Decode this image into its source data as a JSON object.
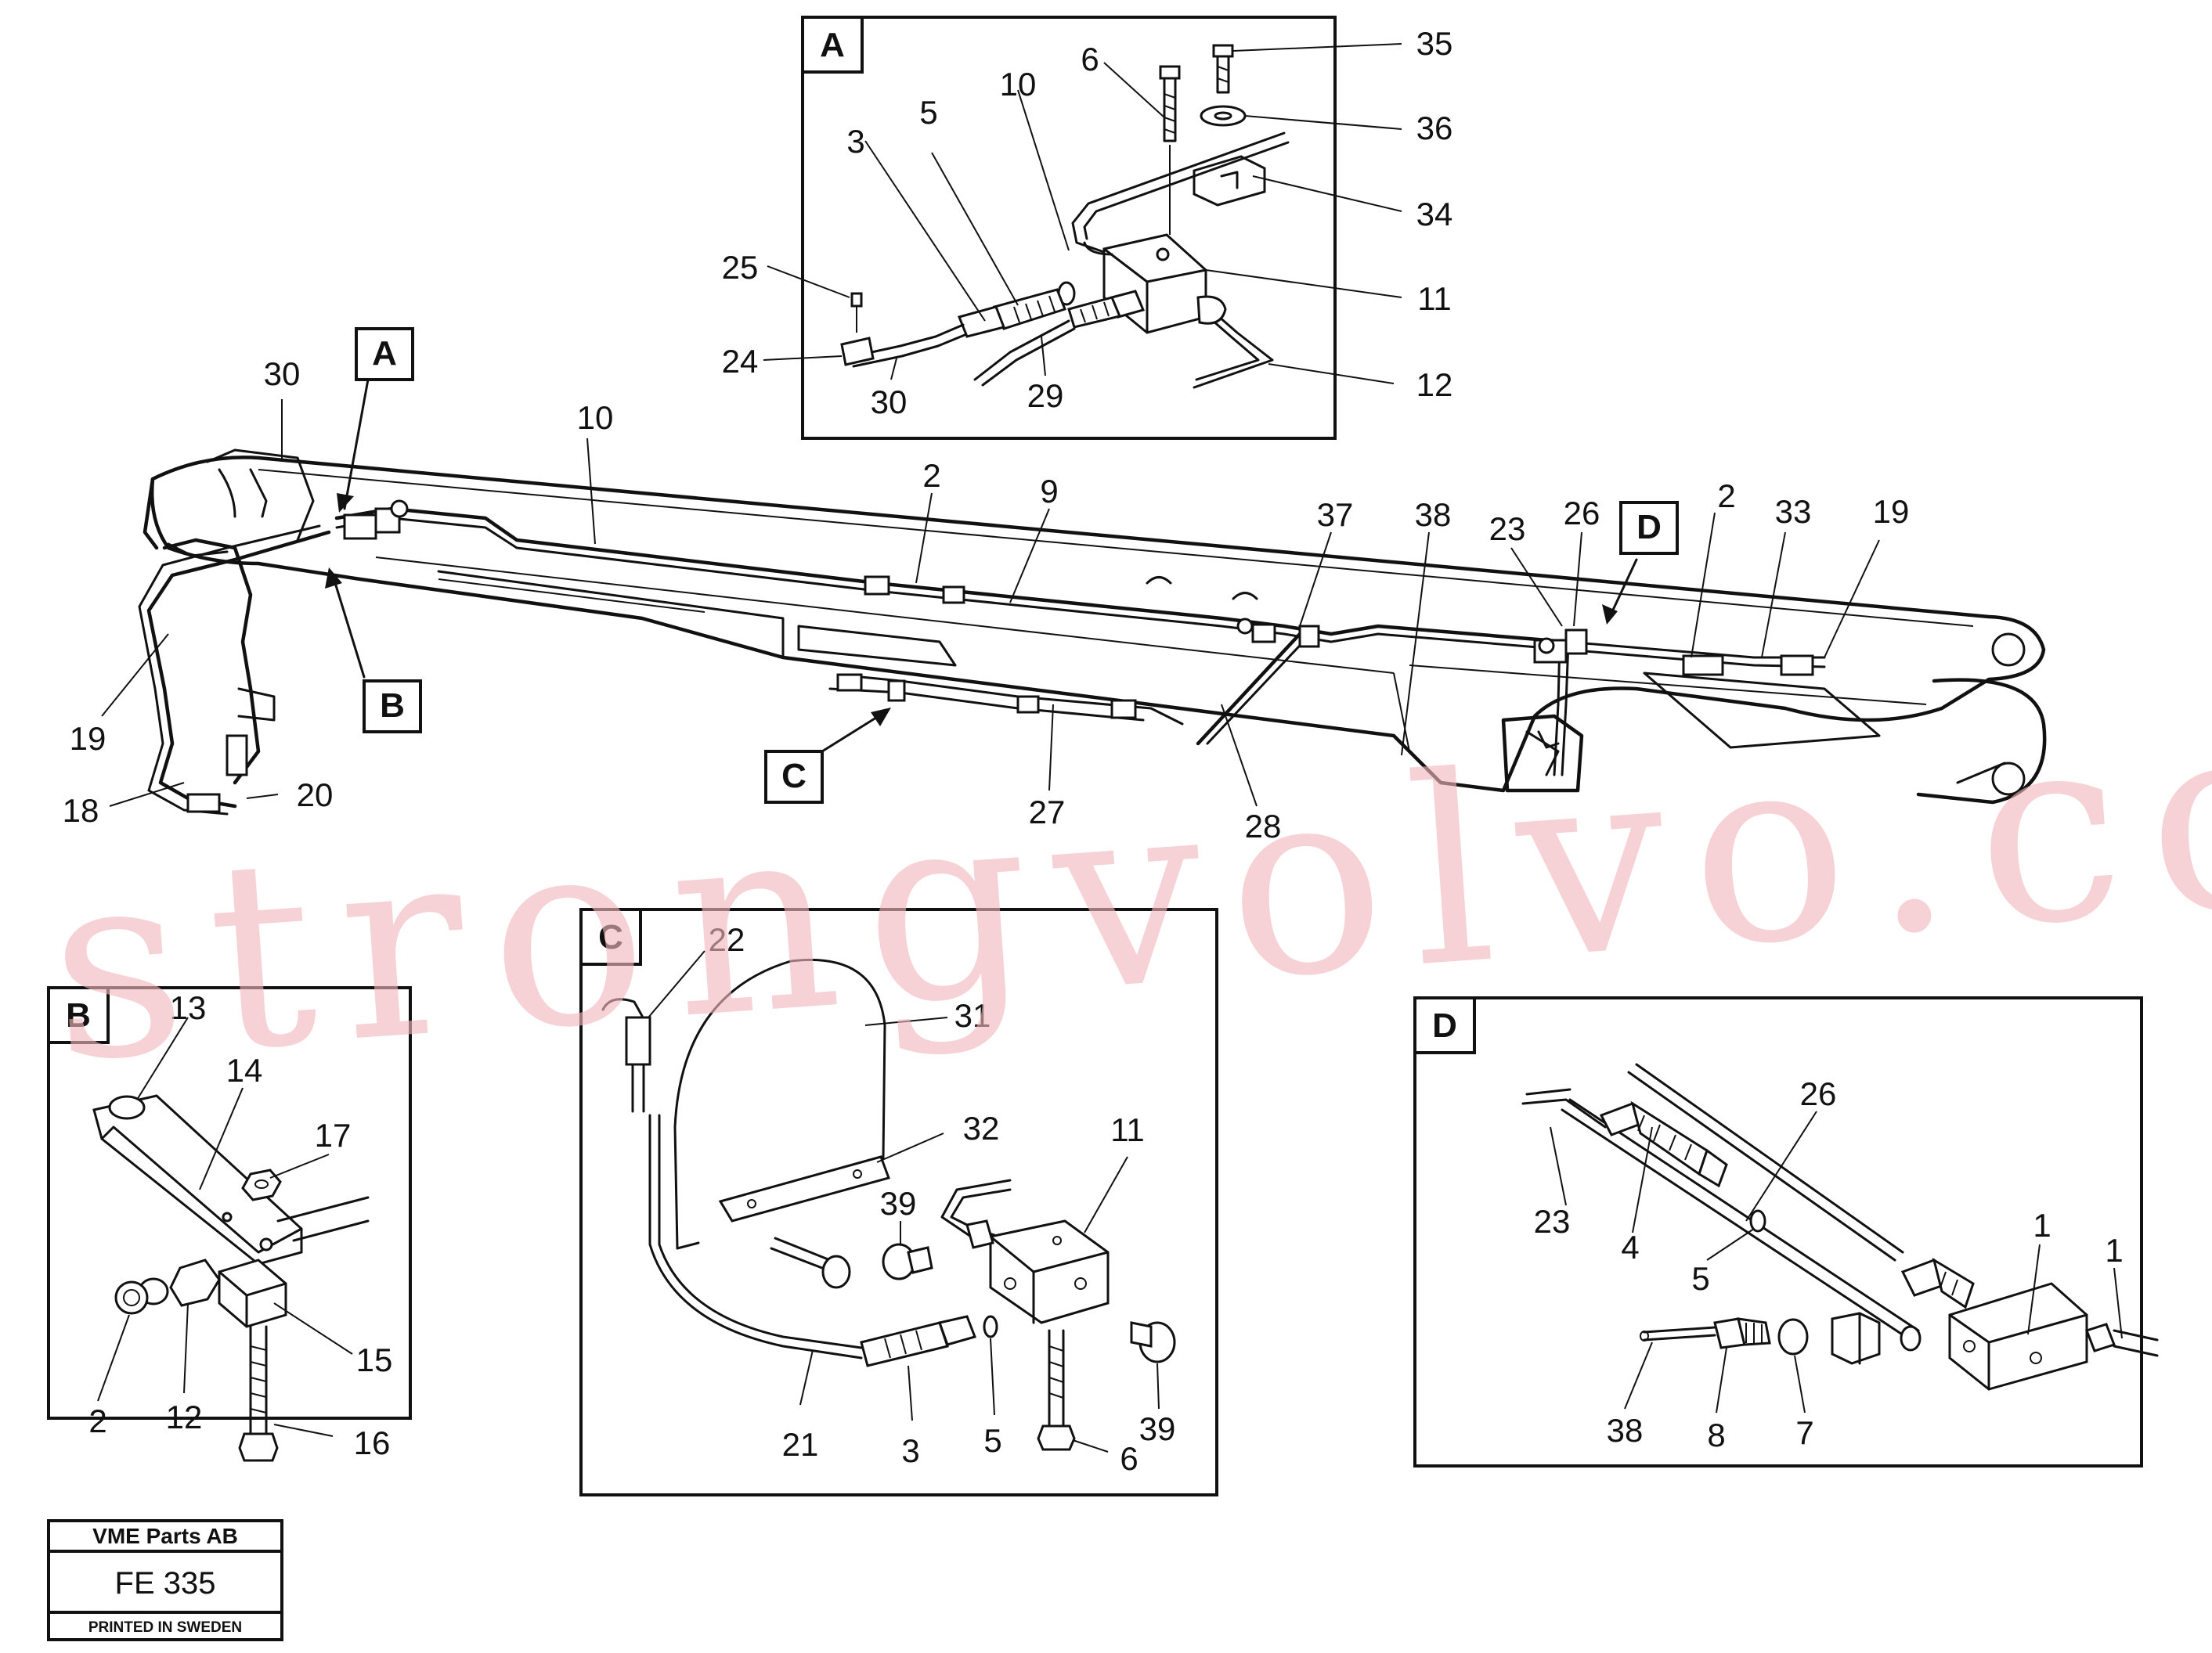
{
  "insets": {
    "A": "A",
    "B": "B",
    "C": "C",
    "D": "D"
  },
  "main_labels": {
    "l30": "30",
    "l10": "10",
    "l2a": "2",
    "l9": "9",
    "l37": "37",
    "l38": "38",
    "l23": "23",
    "l26": "26",
    "l2b": "2",
    "l33": "33",
    "l19a": "19",
    "l19b": "19",
    "l18": "18",
    "l20": "20",
    "l27": "27",
    "l28": "28"
  },
  "inset_a_labels": {
    "l6": "6",
    "l35": "35",
    "l10": "10",
    "l36": "36",
    "l3": "3",
    "l5": "5",
    "l34": "34",
    "l25": "25",
    "l11": "11",
    "l24": "24",
    "l30": "30",
    "l29": "29",
    "l12": "12"
  },
  "inset_b_labels": {
    "l13": "13",
    "l14": "14",
    "l17": "17",
    "l15": "15",
    "l2": "2",
    "l12": "12",
    "l16": "16"
  },
  "inset_c_labels": {
    "l22": "22",
    "l31": "31",
    "l32": "32",
    "l11": "11",
    "l39a": "39",
    "l39b": "39",
    "l21": "21",
    "l3": "3",
    "l5": "5",
    "l6": "6"
  },
  "inset_d_labels": {
    "l26": "26",
    "l23": "23",
    "l4": "4",
    "l5": "5",
    "l1a": "1",
    "l1b": "1",
    "l38": "38",
    "l8": "8",
    "l7": "7"
  },
  "title_block": {
    "company": "VME Parts AB",
    "code": "FE 335",
    "printed": "PRINTED IN SWEDEN"
  },
  "watermark": "strongvolvo.com",
  "colors": {
    "line": "#111111",
    "watermark": "#f2b8bd",
    "background": "#ffffff"
  }
}
